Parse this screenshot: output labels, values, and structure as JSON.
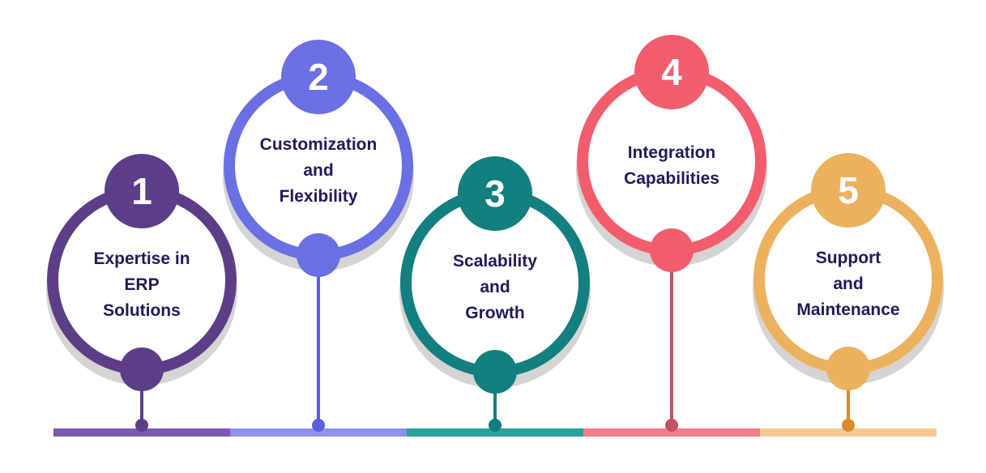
{
  "steps": [
    {
      "number": "1",
      "label": "Expertise in\nERP\nSolutions",
      "color": "#5b3e87",
      "bar_color": "#7a5ab0",
      "stem_color": "#5b3e87"
    },
    {
      "number": "2",
      "label": "Customization\nand\nFlexibility",
      "color": "#6a6fe3",
      "bar_color": "#8d91ec",
      "stem_color": "#5a5fdc"
    },
    {
      "number": "3",
      "label": "Scalability\nand\nGrowth",
      "color": "#137f7e",
      "bar_color": "#27a39a",
      "stem_color": "#137f7e"
    },
    {
      "number": "4",
      "label": "Integration\nCapabilities",
      "color": "#f25d6e",
      "bar_color": "#f47b89",
      "stem_color": "#c54f62"
    },
    {
      "number": "5",
      "label": "Support\nand\nMaintenance",
      "color": "#ecb15f",
      "bar_color": "#f7c88d",
      "stem_color": "#d98a2d"
    }
  ],
  "colors": {
    "shadow": "#d6d4d2",
    "text": "#1c1c5a",
    "number_text": "#ffffff"
  }
}
